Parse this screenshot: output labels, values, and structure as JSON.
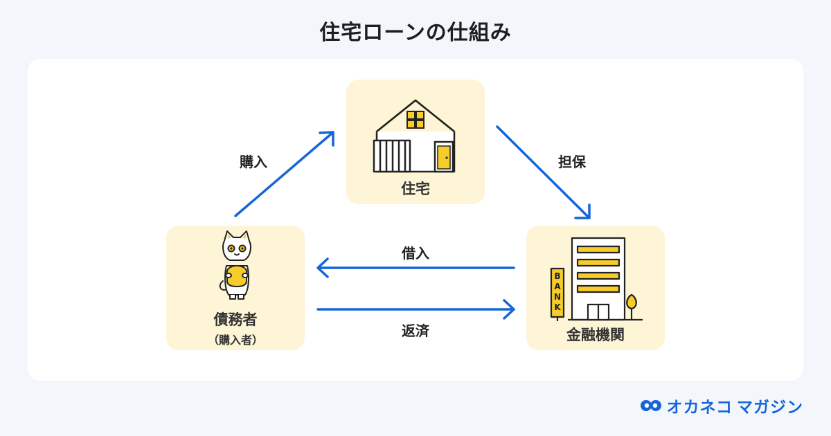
{
  "title": "住宅ローンの仕組み",
  "nodes": {
    "house": {
      "label": "住宅"
    },
    "debtor": {
      "label": "債務者",
      "sublabel": "（購入者）"
    },
    "bank": {
      "label": "金融機関",
      "sign_text": "BANK"
    }
  },
  "edges": {
    "purchase": "購入",
    "collateral": "担保",
    "borrow": "借入",
    "repay": "返済"
  },
  "logo": {
    "text1": "オカネコ",
    "text2": "マガジン"
  },
  "colors": {
    "arrow": "#1565d8",
    "node_bg": "#fdf5d6",
    "accent_yellow": "#f5cc2a",
    "logo_blue": "#1565d8"
  }
}
